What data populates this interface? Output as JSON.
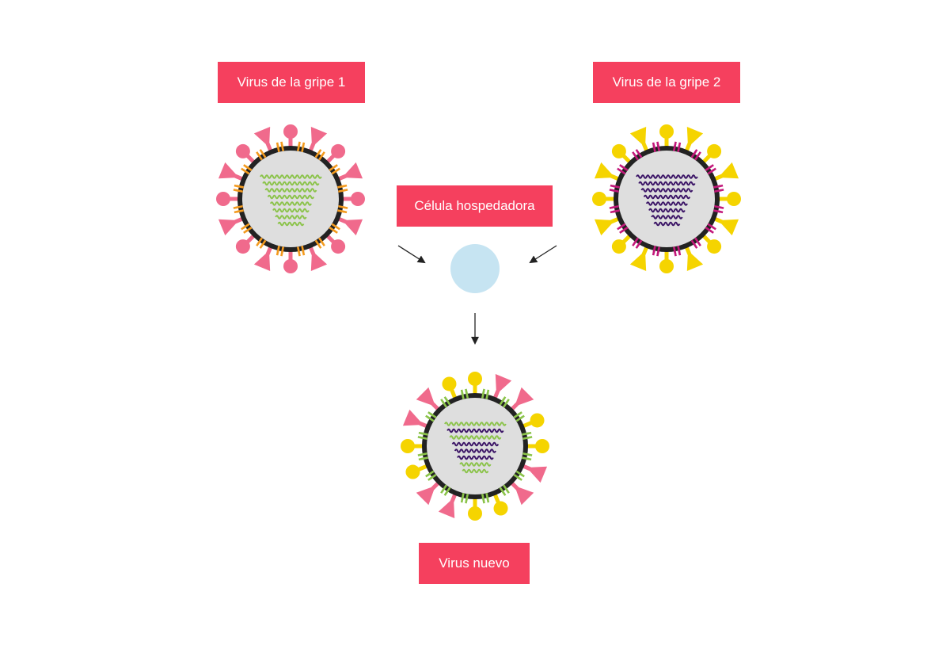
{
  "labels": {
    "virus1": "Virus de la gripe 1",
    "virus2": "Virus de la gripe 2",
    "host_cell": "Célula hospedadora",
    "new_virus": "Virus nuevo"
  },
  "colors": {
    "label_bg": "#f5405e",
    "label_text": "#ffffff",
    "virus_body": "#dedede",
    "envelope": "#222222",
    "pink_spike": "#f06a8c",
    "yellow_spike": "#f5d400",
    "orange_protein": "#f39a1e",
    "magenta_protein": "#c2187a",
    "green_rna": "#8bc34a",
    "purple_rna": "#3b1466",
    "host_cell": "#c6e4f2",
    "arrow": "#222222"
  },
  "icons": [
    "virus1-icon",
    "virus2-icon",
    "host-cell-icon",
    "new-virus-icon",
    "arrow-icon"
  ]
}
